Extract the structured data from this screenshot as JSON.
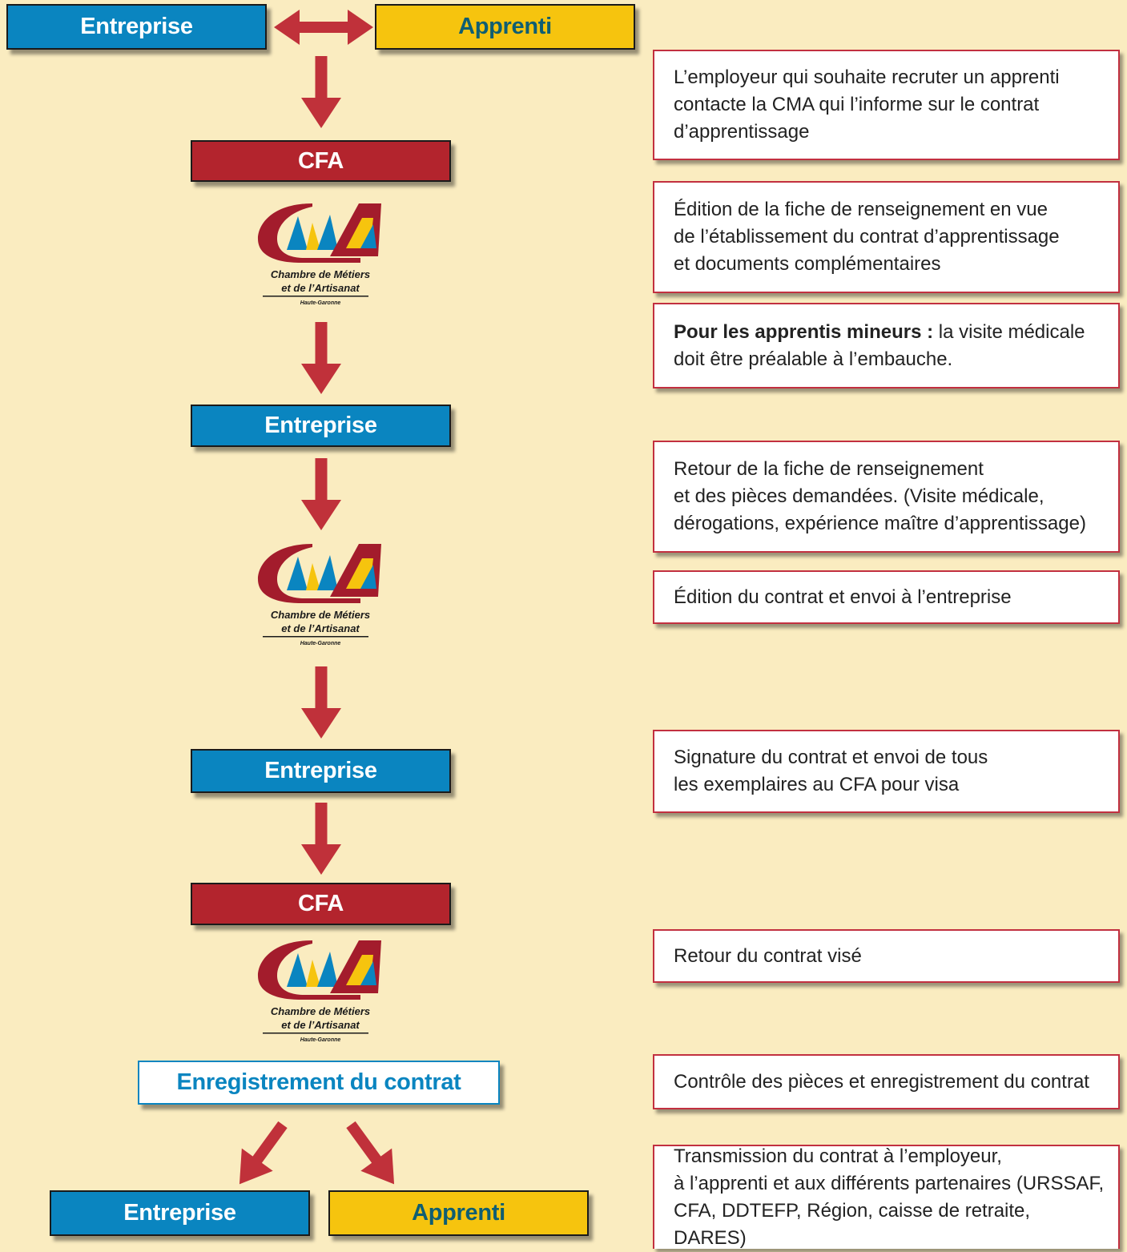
{
  "colors": {
    "background": "#faecc0",
    "entreprise": "#0a85c0",
    "apprenti": "#f6c40e",
    "cfa": "#b3242d",
    "arrow": "#c0313a",
    "note_border": "#c23040"
  },
  "nodes": {
    "top_entreprise": "Entreprise",
    "top_apprenti": "Apprenti",
    "cfa_1": "CFA",
    "entreprise_2": "Entreprise",
    "entreprise_3": "Entreprise",
    "cfa_2": "CFA",
    "enregistrement": "Enregistrement du contrat",
    "bottom_entreprise": "Entreprise",
    "bottom_apprenti": "Apprenti"
  },
  "logo": {
    "line1": "Chambre de Métiers",
    "line2": "et de l’Artisanat",
    "line3": "Haute-Garonne",
    "icon": "cma-logo"
  },
  "notes": {
    "n1": "L’employeur qui souhaite recruter un apprenti\ncontacte la CMA qui l’informe sur le contrat\nd’apprentissage",
    "n2": "Édition de la fiche de renseignement en vue\nde l’établissement du contrat d’apprentissage\net documents complémentaires",
    "n3_bold": "Pour les apprentis mineurs :",
    "n3_rest": " la visite médicale\ndoit être préalable à l’embauche.",
    "n4": "Retour de la fiche de renseignement\net des pièces demandées. (Visite médicale,\ndérogations, expérience maître d’apprentissage)",
    "n5": "Édition du contrat et envoi à l’entreprise",
    "n6": "Signature du contrat et envoi de tous\nles exemplaires au CFA pour visa",
    "n7": "Retour du contrat visé",
    "n8": "Contrôle des pièces et enregistrement du contrat",
    "n9": "Transmission du contrat à l’employeur,\nà l’apprenti et aux différents partenaires (URSSAF,\nCFA, DDTEFP, Région, caisse de retraite, DARES)"
  }
}
